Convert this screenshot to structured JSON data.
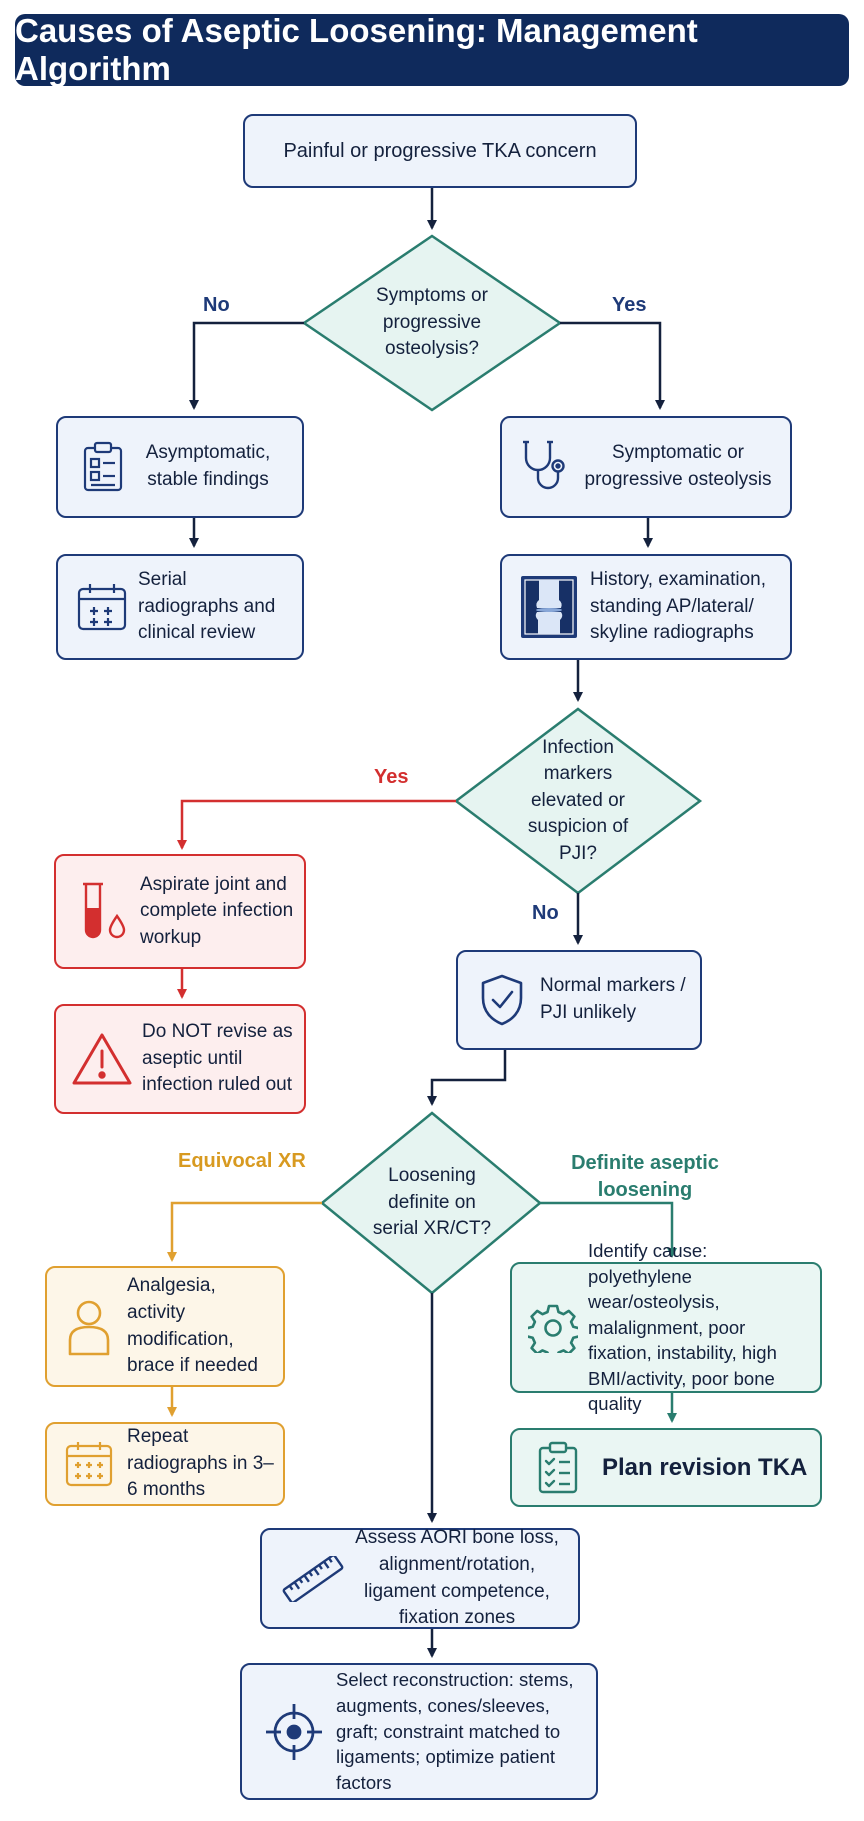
{
  "title": "Causes of Aseptic Loosening: Management Algorithm",
  "nodes": {
    "start": "Painful or progressive TKA concern",
    "decision1": "Symptoms or progressive osteolysis?",
    "asymptomatic": "Asymptomatic, stable findings",
    "serial_radiographs": "Serial radiographs and clinical review",
    "symptomatic": "Symptomatic or progressive osteolysis",
    "history_exam": "History, examination, standing AP/lateral/ skyline radiographs",
    "decision2": "Infection markers elevated or suspicion of PJI?",
    "aspirate": "Aspirate joint and complete infection workup",
    "do_not_revise": "Do NOT revise as aseptic until infection ruled out",
    "normal_markers": "Normal markers / PJI unlikely",
    "decision3": "Loosening definite on serial XR/CT?",
    "analgesia": "Analgesia, activity modification, brace if needed",
    "repeat_radiographs": "Repeat radiographs in 3–6 months",
    "identify_cause": "Identify cause: polyethylene wear/osteolysis, malalignment, poor fixation, instability, high BMI/activity, poor bone quality",
    "plan_revision": "Plan revision TKA",
    "assess_aori": "Assess AORI bone loss, alignment/rotation, ligament competence, fixation zones",
    "select_reconstruction": "Select reconstruction: stems, augments, cones/sleeves, graft; constraint matched to ligaments; optimize patient factors"
  },
  "labels": {
    "d1_no": "No",
    "d1_yes": "Yes",
    "d2_yes": "Yes",
    "d2_no": "No",
    "d3_equivocal": "Equivocal XR",
    "d3_definite": "Definite aseptic loosening"
  },
  "icons": {
    "asymptomatic": "clipboard-icon",
    "serial_radiographs": "calendar-icon",
    "symptomatic": "stethoscope-icon",
    "history_exam": "knee-xray-icon",
    "aspirate": "test-tube-icon",
    "do_not_revise": "warning-icon",
    "normal_markers": "shield-check-icon",
    "analgesia": "person-icon",
    "repeat_radiographs": "calendar-icon",
    "identify_cause": "gear-icon",
    "plan_revision": "checklist-icon",
    "assess_aori": "ruler-icon",
    "select_reconstruction": "target-icon"
  },
  "colors": {
    "navy": "#0f2a5c",
    "blue": "#1e3a78",
    "red": "#d32f2f",
    "orange": "#e0a030",
    "teal": "#2a7d6f",
    "decision_fill": "#e6f4f1"
  }
}
